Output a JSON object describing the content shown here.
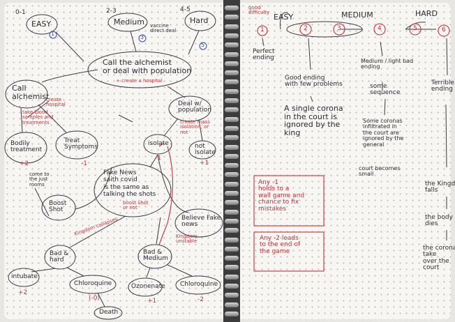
{
  "left_page": {
    "levels": {
      "range_easy": "0-1",
      "easy": "EASY",
      "range_medium": "2-3",
      "medium": "Medium",
      "range_hard": "4-5",
      "hard": "Hard",
      "vaccine": "vaccine\ndirect deal",
      "num1": "1",
      "num3": "3",
      "num5": "5"
    },
    "nodes": {
      "call_alchemist_center": "Call the alchemist\nor deal with population",
      "create_hospital": "+ create a hospital",
      "call_alchemist": "Call\nalchemist",
      "create_hospital2": "create\nhospital",
      "alchemist_note": "take blood\nsamples and\ntreatments",
      "deal_population": "Deal w/\npopulation",
      "deal_note": "create mass\nisolation, or\nnot",
      "bodily_treatment": "Bodily\ntreatment",
      "treat_symptoms": "Treat\nSymptoms",
      "isolate": "isolate",
      "not_isolate": "not\nisolate",
      "fake_news": "Fake News\nsaith covid\nis the same as\ntalking the shots",
      "boost_shot_note": "boost shot\nor not",
      "come_to": "come to\nthe just\nrooms",
      "boost_shot": "Boost\nShot",
      "believe_fake": "Believe Fake\nnews",
      "kingdom_collapses": "Kingdom collapses",
      "kingdom_unstable": "Kingdom\nunstable",
      "bad_hard": "Bad &\nhard",
      "bad_medium": "Bad &\nMedium",
      "intubate": "intubate",
      "chloroquine1": "Chloroquine",
      "ozonenate": "Ozonenate",
      "chloroquine2": "Chloroquine",
      "death": "Death"
    },
    "scores": {
      "s_plus2": "+2",
      "s_minus1a": "-1",
      "s_minus1b": "-1",
      "s_plus1": "+1",
      "s_plus2b": "+2",
      "s_minus0": "(-0)",
      "s_plus1b": "+1",
      "s_minus2": "-2"
    }
  },
  "right_page": {
    "headers": {
      "good_difficulty": "good\ndifficulty",
      "easy": "EASY",
      "medium": "MEDIUM",
      "hard": "HARD"
    },
    "numbers": [
      "1",
      "2",
      "3",
      "4",
      "5",
      "6"
    ],
    "notes": {
      "perfect_ending": "Perfect\nending",
      "good_ending": "Good ending\nwith few problems",
      "single_corona": "A single corona\nin the court is\nignored by the\nking",
      "medium_light": "Medium / light bad\nending",
      "some_sequence": "some\nsequence",
      "some_coronas": "Some coronas\ninfiltrated in\nthe court are\nignored by the\ngeneral",
      "court_becomes": "court becomes\nsmall",
      "terrible_ending": "Terrible\nending",
      "kingdom_falls": "the Kingdom\nfalls",
      "the_body_dies": "the body\ndies",
      "corona_takes": "the corona\ntake\nover the\ncourt",
      "any_minus1": "Any -1\nholds to a\nwall game and\nchance to fix\nmistakes",
      "any_minus2": "Any -2 leads\nto the end of\nthe game"
    }
  }
}
